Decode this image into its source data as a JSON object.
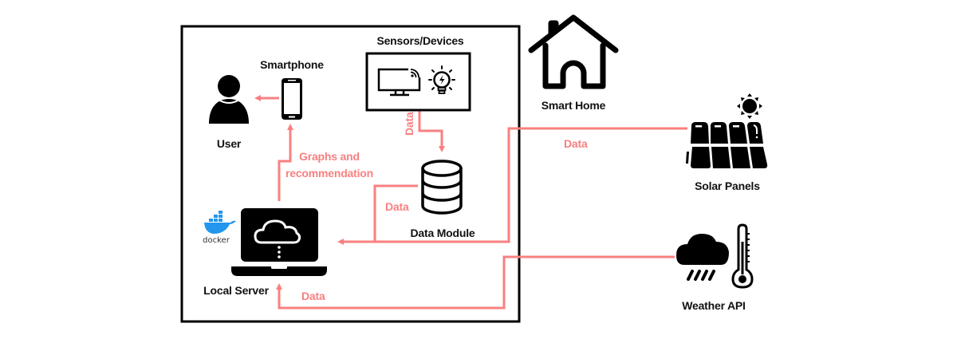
{
  "colors": {
    "flow": "#f98080",
    "ink": "#000000",
    "docker": "#2496ed"
  },
  "nodes": {
    "user": {
      "label": "User",
      "icon": "user-icon"
    },
    "smartphone": {
      "label": "Smartphone",
      "icon": "smartphone-icon"
    },
    "sensors": {
      "label": "Sensors/Devices",
      "icons": [
        "smart-tv-icon",
        "smart-bulb-icon"
      ]
    },
    "data_module": {
      "label": "Data Module",
      "icon": "database-icon"
    },
    "local_server": {
      "label": "Local Server",
      "icon": "laptop-cloud-icon",
      "badge": "docker"
    },
    "smart_home": {
      "label": "Smart Home",
      "icon": "house-icon"
    },
    "solar_panels": {
      "label": "Solar Panels",
      "icon": "solar-panel-icon"
    },
    "weather_api": {
      "label": "Weather API",
      "icon": "weather-thermometer-icon"
    }
  },
  "flows": {
    "server_to_phone": "Graphs and\nrecommendation",
    "server_to_phone_line1": "Graphs and",
    "server_to_phone_line2": "recommendation",
    "sensors_to_module": "Data",
    "module_to_server": "Data",
    "solar_to_server": "Data",
    "weather_to_server": "Data"
  }
}
